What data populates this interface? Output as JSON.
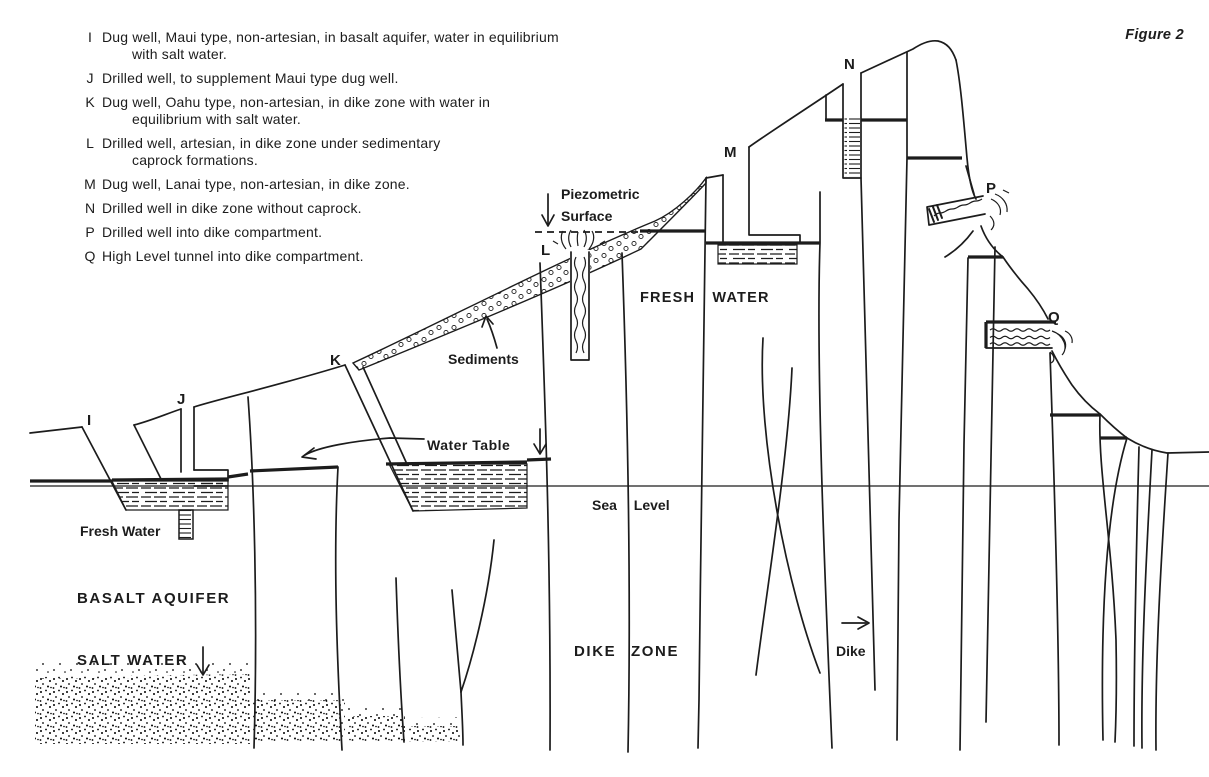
{
  "figure": {
    "label": "Figure 2"
  },
  "legend": {
    "items": [
      {
        "key": "I",
        "lines": [
          "Dug well, Maui type, non-artesian, in basalt aquifer, water in equilibrium",
          "with salt water."
        ]
      },
      {
        "key": "J",
        "lines": [
          "Drilled well, to supplement Maui type dug well."
        ]
      },
      {
        "key": "K",
        "lines": [
          "Dug well, Oahu type, non-artesian, in dike zone with water in",
          "equilibrium with salt water."
        ]
      },
      {
        "key": "L",
        "lines": [
          "Drilled well, artesian, in dike zone under sedimentary",
          "caprock formations."
        ]
      },
      {
        "key": "M",
        "lines": [
          "Dug well, Lanai type, non-artesian, in dike zone."
        ]
      },
      {
        "key": "N",
        "lines": [
          "Drilled well in dike zone without caprock."
        ]
      },
      {
        "key": "P",
        "lines": [
          "Drilled well into dike compartment."
        ]
      },
      {
        "key": "Q",
        "lines": [
          "High Level tunnel into dike compartment."
        ]
      }
    ]
  },
  "diagram": {
    "well_labels": {
      "I": "I",
      "J": "J",
      "K": "K",
      "L": "L",
      "M": "M",
      "N": "N",
      "P": "P",
      "Q": "Q"
    },
    "labels": {
      "piezometric_line1": "Piezometric",
      "piezometric_line2": "Surface",
      "sediments": "Sediments",
      "water_table": "Water Table",
      "sea_level": "Sea Level",
      "fresh_water_lens": "Fresh Water",
      "fresh_water_zone": "FRESH WATER",
      "basalt_aquifer": "BASALT AQUIFER",
      "salt_water": "SALT WATER",
      "dike_zone": "DIKE ZONE",
      "dike": "Dike"
    }
  },
  "colors": {
    "ink": "#1c1c1c",
    "paper": "#ffffff"
  }
}
